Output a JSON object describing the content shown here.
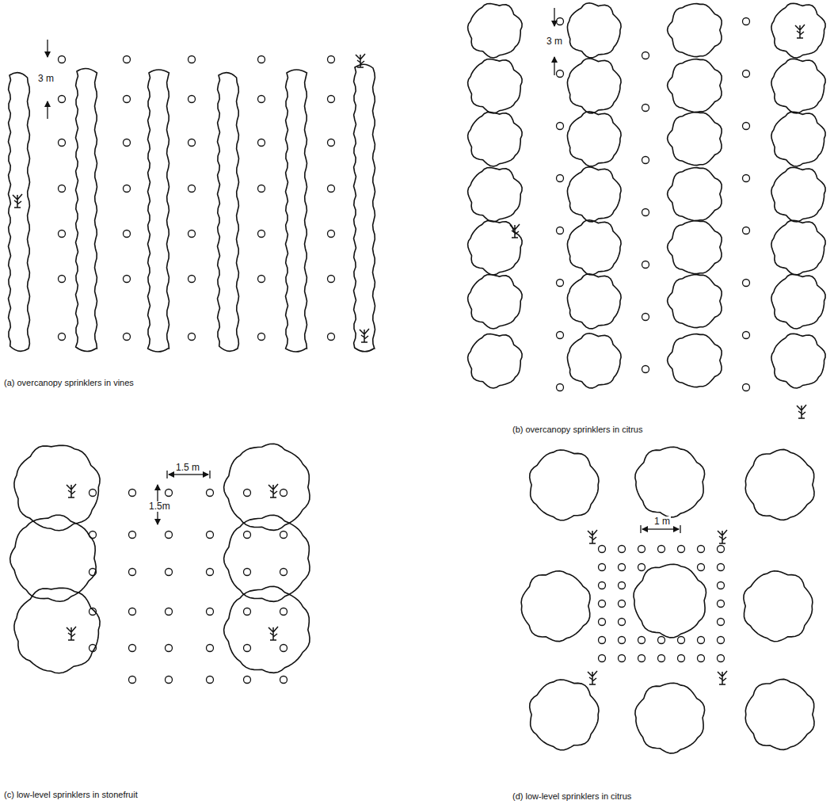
{
  "diagram": {
    "labels": [
      "3 m",
      "(a) overcanopy sprinklers in vines",
      "3 m",
      "(b) overcanopy sprinklers in citrus",
      "1.5 m",
      "1.5m",
      "(c) low-level sprinklers in stonefruit",
      "1 m",
      "(d) low-level sprinklers in citrus"
    ]
  }
}
